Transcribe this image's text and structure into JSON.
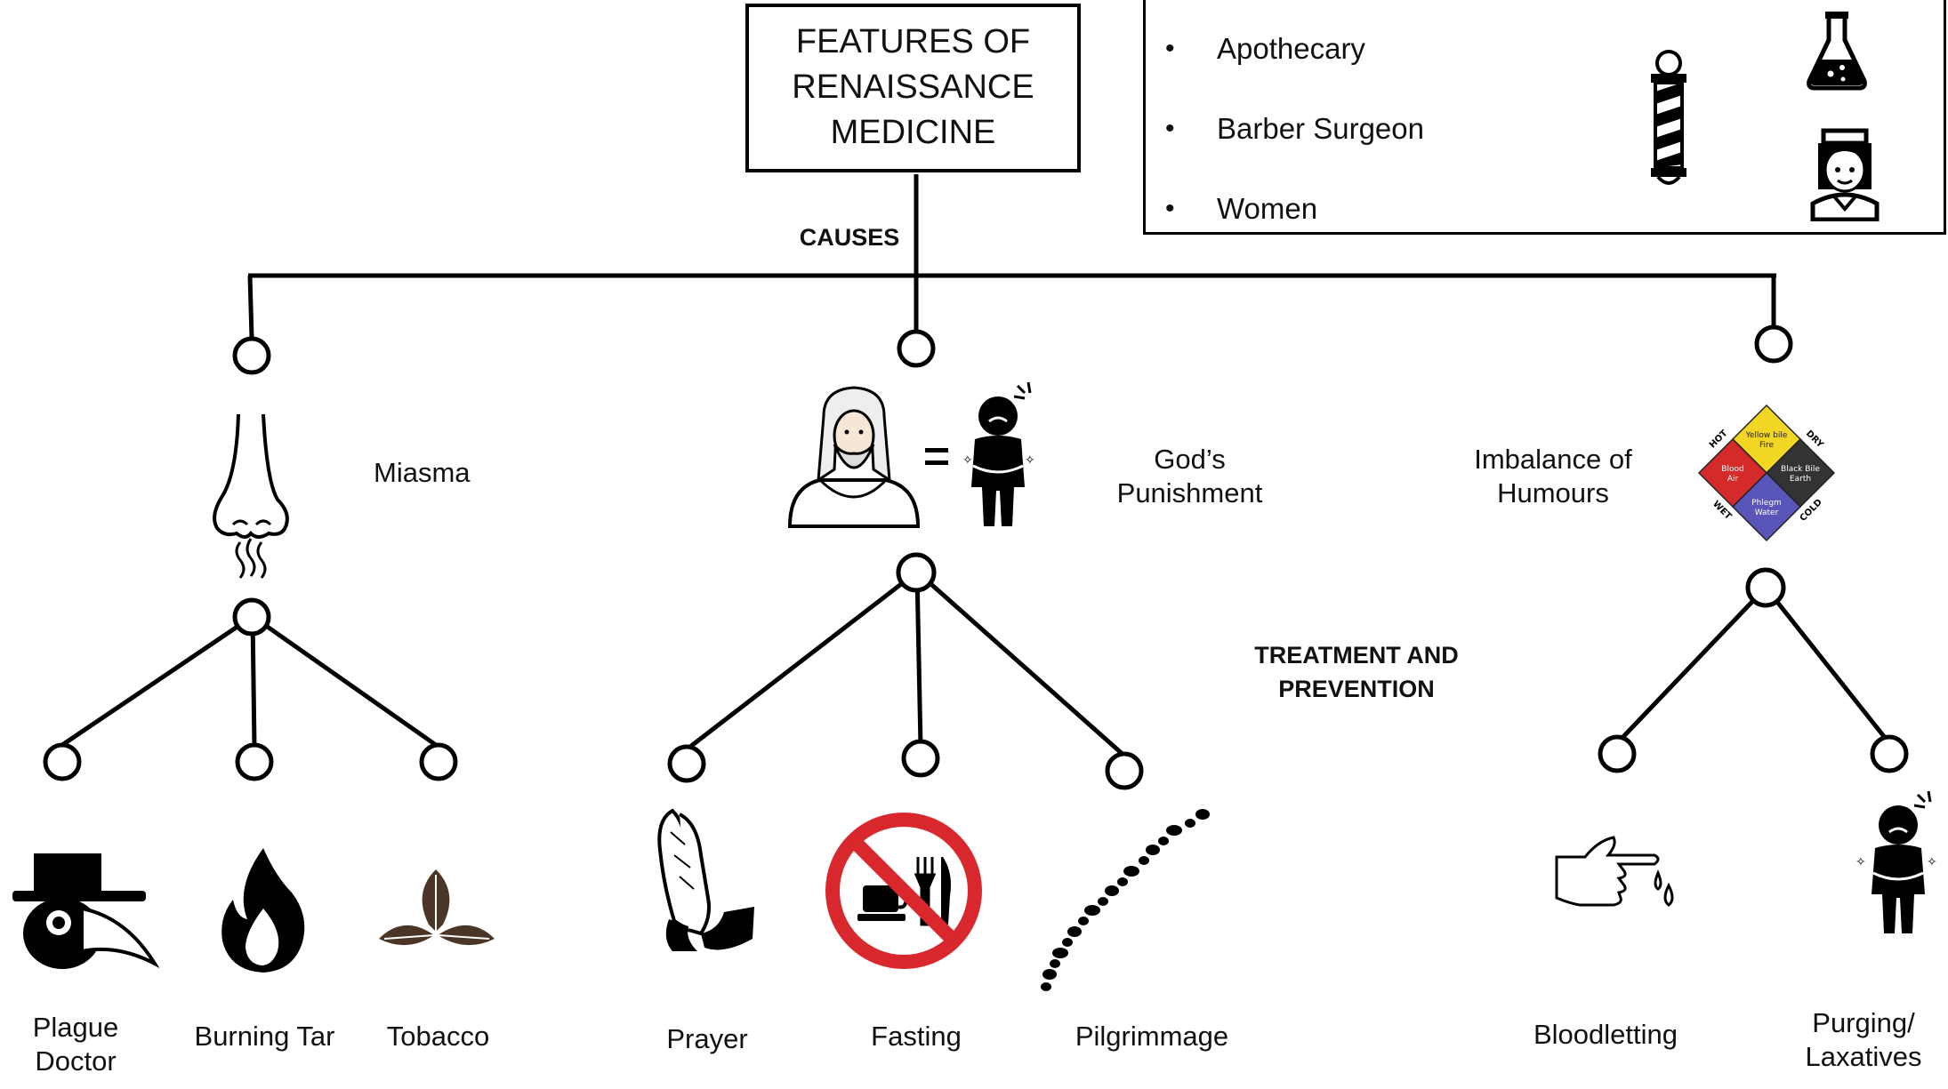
{
  "title": "FEATURES OF\nRENAISSANCE\nMEDICINE",
  "legend": {
    "items": [
      "Apothecary",
      "Barber Surgeon",
      "Women"
    ],
    "icons": [
      "flask-icon",
      "barber-pole-icon",
      "woman-icon"
    ]
  },
  "sections": {
    "causes": "CAUSES",
    "treatment": "TREATMENT AND\nPREVENTION"
  },
  "causes": [
    {
      "label": "Miasma",
      "icon": "nose-smell-icon"
    },
    {
      "label": "God’s\nPunishment",
      "icon": "god-equals-sick-icon"
    },
    {
      "label": "Imbalance of\nHumours",
      "icon": "four-humours-icon"
    }
  ],
  "humours": {
    "yellow": "Yellow bile\nFire",
    "red": "Blood\nAir",
    "black": "Black Bile\nEarth",
    "blue": "Phlegm\nWater",
    "hot": "HOT",
    "dry": "DRY",
    "wet": "WET",
    "cold": "COLD",
    "colors": {
      "yellow": "#f2d624",
      "red": "#d42a2a",
      "black": "#333333",
      "blue": "#5a55b8"
    }
  },
  "treatments": {
    "miasma": [
      "Plague\nDoctor",
      "Burning Tar",
      "Tobacco"
    ],
    "god": [
      "Prayer",
      "Fasting",
      "Pilgrimmage"
    ],
    "humours": [
      "Bloodletting",
      "Purging/\nLaxatives"
    ]
  },
  "colors": {
    "line": "#000000",
    "no_sign": "#d9272e"
  }
}
